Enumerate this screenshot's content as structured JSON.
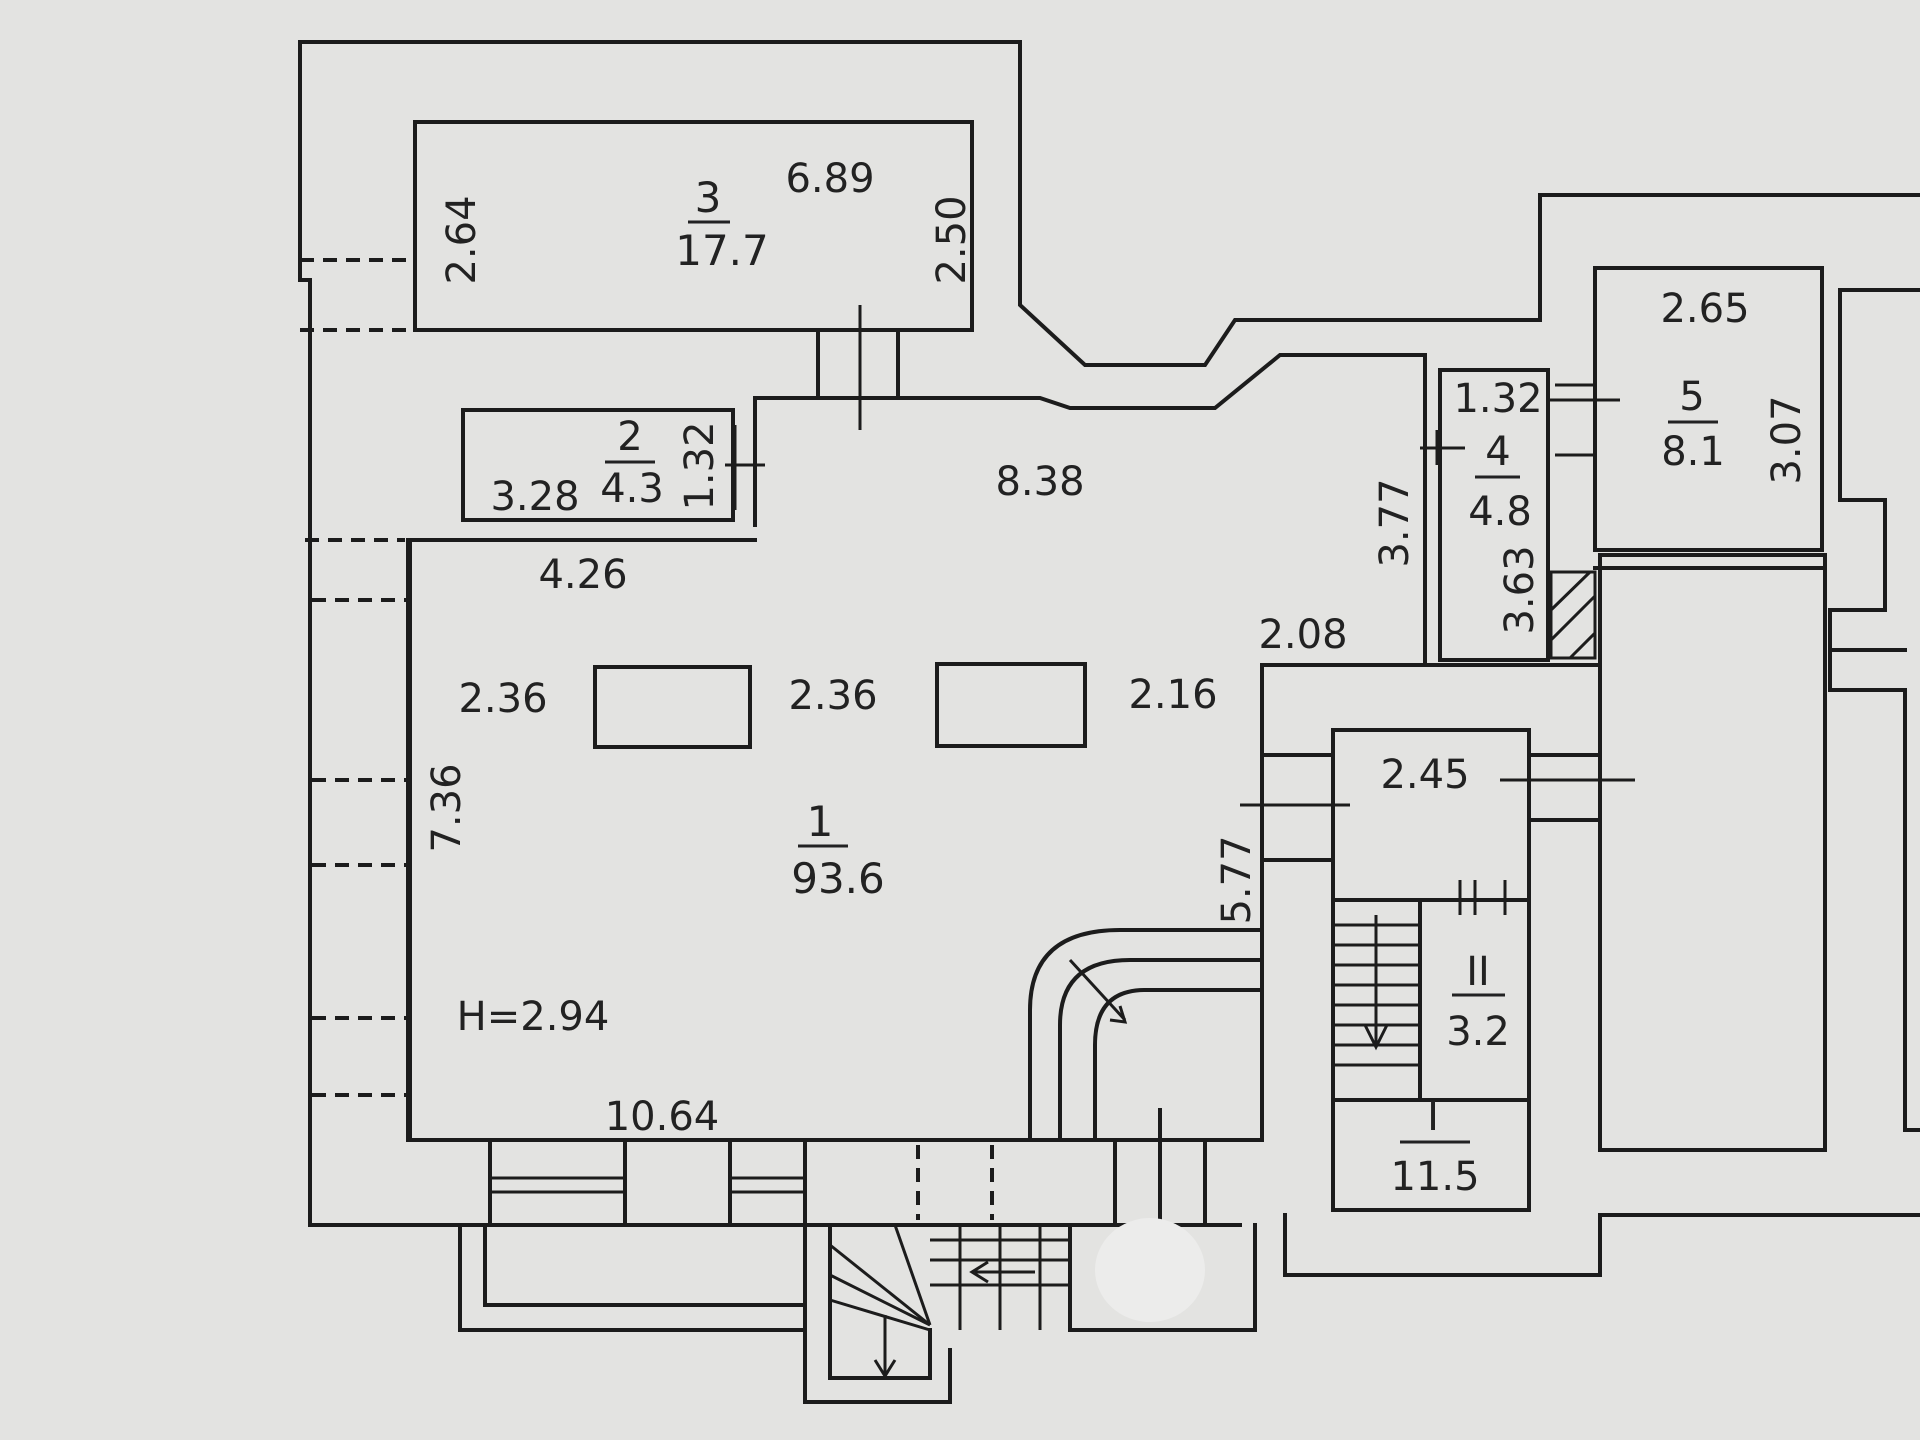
{
  "plan": {
    "rooms": [
      {
        "id": "1",
        "area": "93.6"
      },
      {
        "id": "2",
        "area": "4.3"
      },
      {
        "id": "3",
        "area": "17.7"
      },
      {
        "id": "4",
        "area": "4.8"
      },
      {
        "id": "5",
        "area": "8.1"
      },
      {
        "id": "I",
        "area": "11.5"
      },
      {
        "id": "II",
        "area": "3.2"
      }
    ],
    "dimensions": {
      "r3_width": "6.89",
      "r3_left_height": "2.64",
      "r3_right_height": "2.50",
      "r2_height": "1.32",
      "r2_width": "3.28",
      "r1_top": "8.38",
      "r1_left_top": "4.26",
      "r1_col_left": "2.36",
      "r1_col_mid": "2.36",
      "r1_col_right": "2.16",
      "r1_height": "7.36",
      "r1_bottom": "10.64",
      "r1_ceiling": "H=2.94",
      "r1_right_upper": "3.77",
      "r1_step": "2.08",
      "r1_right_lower": "5.77",
      "r4_width": "1.32",
      "r4_height": "3.63",
      "r5_width": "2.65",
      "r5_height": "3.07",
      "stair_width": "2.45"
    }
  }
}
